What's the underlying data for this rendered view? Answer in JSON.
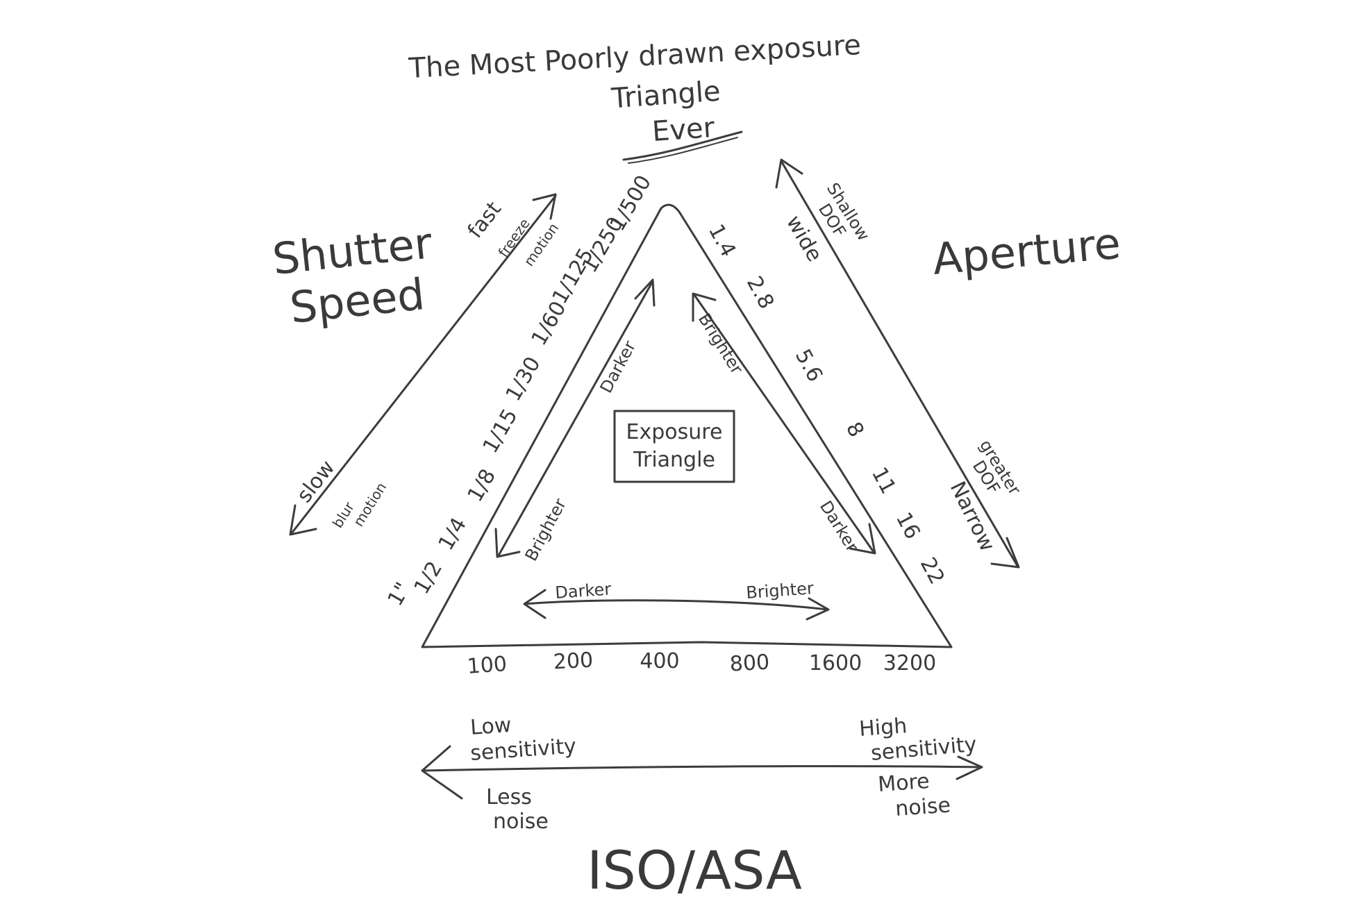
{
  "title": {
    "line1": "The Most Poorly drawn exposure",
    "line2": "Triangle",
    "line3": "Ever"
  },
  "center_box": {
    "line1": "Exposure",
    "line2": "Triangle"
  },
  "shutter": {
    "title_line1": "Shutter",
    "title_line2": "Speed",
    "fast": "fast",
    "freeze_line1": "freeze",
    "freeze_line2": "motion",
    "slow": "slow",
    "blur_line1": "blur",
    "blur_line2": "motion",
    "values": [
      "1\"",
      "1/2",
      "1/4",
      "1/8",
      "1/15",
      "1/30",
      "1/60",
      "1/125",
      "1/250",
      "1/500"
    ],
    "inner_top": "Darker",
    "inner_bottom": "Brighter"
  },
  "aperture": {
    "title": "Aperture",
    "wide": "wide",
    "shallow_line1": "Shallow",
    "shallow_line2": "DOF",
    "greater_line1": "greater",
    "greater_line2": "DOF",
    "narrow": "Narrow",
    "values": [
      "1.4",
      "2.8",
      "5.6",
      "8",
      "11",
      "16",
      "22"
    ],
    "inner_top": "Brighter",
    "inner_bottom": "Darker"
  },
  "iso": {
    "title": "ISO/ASA",
    "values": [
      "100",
      "200",
      "400",
      "800",
      "1600",
      "3200"
    ],
    "inner_left": "Darker",
    "inner_right": "Brighter",
    "low_line1": "Low",
    "low_line2": "sensitivity",
    "less_line1": "Less",
    "less_line2": "noise",
    "high_line1": "High",
    "high_line2": "sensitivity",
    "more_line1": "More",
    "more_line2": "noise"
  }
}
